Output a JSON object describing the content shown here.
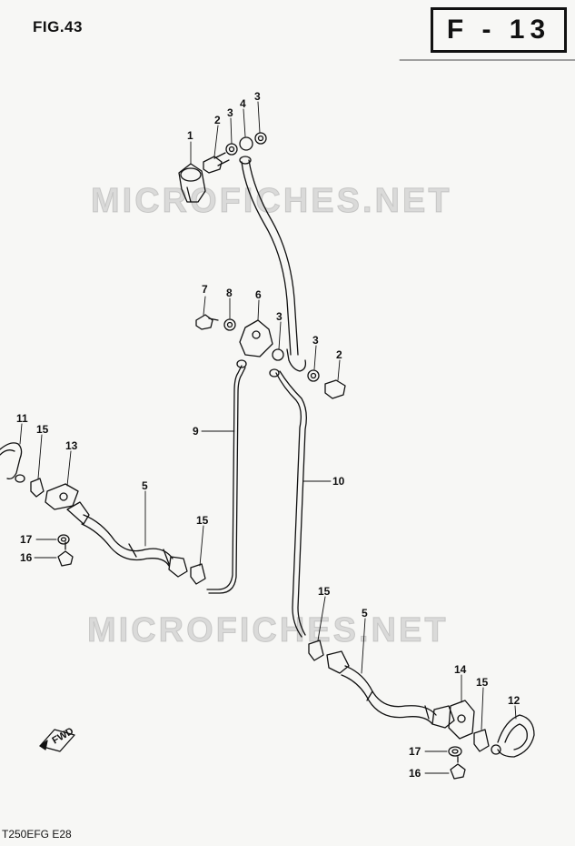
{
  "header": {
    "fig_label": "FIG.43",
    "section_code": "F - 13"
  },
  "footer": {
    "model_code": "T250EFG E28"
  },
  "watermarks": [
    "MICROFICHES.NET",
    "MICROFICHES.NET"
  ],
  "direction_arrow_label": "FWD",
  "callouts": [
    {
      "id": "c1",
      "text": "1"
    },
    {
      "id": "c2a",
      "text": "2"
    },
    {
      "id": "c3a",
      "text": "3"
    },
    {
      "id": "c4",
      "text": "4"
    },
    {
      "id": "c3b",
      "text": "3"
    },
    {
      "id": "c7",
      "text": "7"
    },
    {
      "id": "c8",
      "text": "8"
    },
    {
      "id": "c6",
      "text": "6"
    },
    {
      "id": "c3c",
      "text": "3"
    },
    {
      "id": "c3d",
      "text": "3"
    },
    {
      "id": "c2b",
      "text": "2"
    },
    {
      "id": "c9",
      "text": "9"
    },
    {
      "id": "c10",
      "text": "10"
    },
    {
      "id": "c11",
      "text": "11"
    },
    {
      "id": "c15a",
      "text": "15"
    },
    {
      "id": "c13",
      "text": "13"
    },
    {
      "id": "c5a",
      "text": "5"
    },
    {
      "id": "c17a",
      "text": "17"
    },
    {
      "id": "c16a",
      "text": "16"
    },
    {
      "id": "c15b",
      "text": "15"
    },
    {
      "id": "c15c",
      "text": "15"
    },
    {
      "id": "c5b",
      "text": "5"
    },
    {
      "id": "c14",
      "text": "14"
    },
    {
      "id": "c15d",
      "text": "15"
    },
    {
      "id": "c12",
      "text": "12"
    },
    {
      "id": "c17b",
      "text": "17"
    },
    {
      "id": "c16b",
      "text": "16"
    }
  ],
  "colors": {
    "ink": "#111111",
    "paper": "#f7f7f5"
  }
}
